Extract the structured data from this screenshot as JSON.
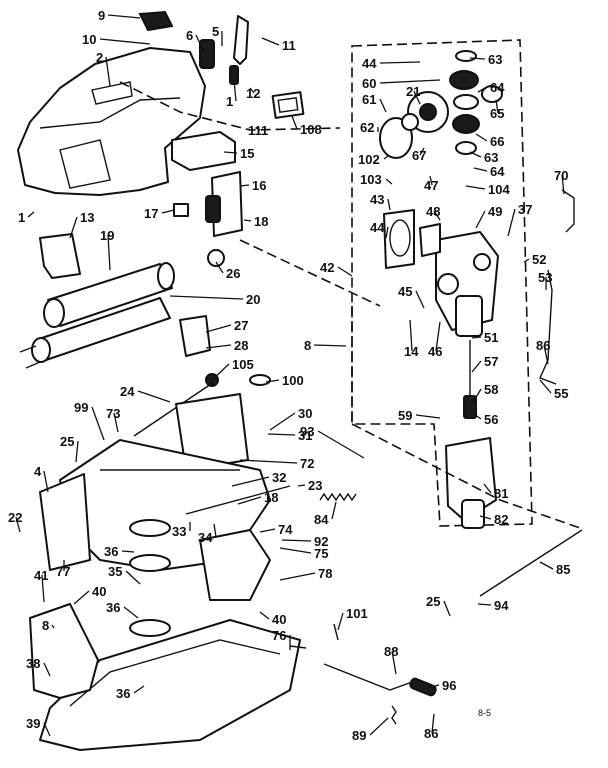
{
  "diagram": {
    "callouts": [
      "9",
      "10",
      "2",
      "6",
      "5",
      "11",
      "1",
      "12",
      "108",
      "111",
      "15",
      "16",
      "17",
      "18",
      "13",
      "1",
      "19",
      "26",
      "20",
      "27",
      "28",
      "105",
      "24",
      "100",
      "99",
      "73",
      "25",
      "30",
      "31",
      "93",
      "4",
      "72",
      "32",
      "18",
      "23",
      "84",
      "22",
      "34",
      "33",
      "74",
      "92",
      "75",
      "77",
      "36",
      "35",
      "78",
      "41",
      "40",
      "36",
      "40",
      "8",
      "76",
      "38",
      "36",
      "39",
      "44",
      "63",
      "60",
      "64",
      "61",
      "21",
      "65",
      "62",
      "66",
      "67",
      "63",
      "102",
      "64",
      "47",
      "103",
      "104",
      "70",
      "43",
      "48",
      "49",
      "37",
      "44",
      "42",
      "52",
      "53",
      "45",
      "8",
      "14",
      "46",
      "51",
      "86",
      "57",
      "55",
      "58",
      "59",
      "56",
      "81",
      "82",
      "85",
      "101",
      "25",
      "94",
      "88",
      "96",
      "89",
      "86"
    ],
    "plate_code": "8-5"
  }
}
